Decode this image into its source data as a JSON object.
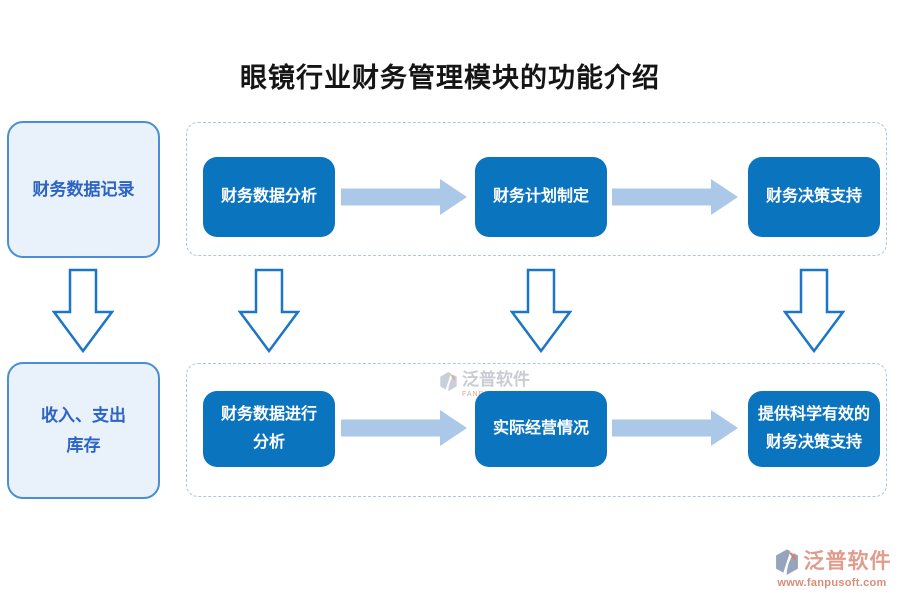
{
  "title": "眼镜行业财务管理模块的功能介绍",
  "left_column": {
    "top_box": "财务数据记录",
    "bottom_box": "收入、支出\n库存"
  },
  "top_flow": {
    "steps": [
      "财务数据分析",
      "财务计划制定",
      "财务决策支持"
    ]
  },
  "bottom_flow": {
    "steps": [
      "财务数据进行\n分析",
      "实际经营情况",
      "提供科学有效的\n财务决策支持"
    ]
  },
  "watermark": {
    "name": "泛普软件",
    "subtitle": "FANPU SOFTWARE"
  },
  "footer_logo": {
    "name": "泛普软件",
    "url": "www.fanpusoft.com"
  },
  "colors": {
    "primary_blue": "#0b74bf",
    "flow_arrow_blue": "#abc8e9",
    "outline_arrow_blue": "#1b76c6",
    "panel_dash_blue": "#a9c7e7",
    "side_box_fill": "#e9f1fb",
    "side_box_border": "#4a8fd6",
    "side_box_text": "#2b64c4",
    "brand_coral": "#e09c8c",
    "watermark_gray": "#c9cdd3"
  }
}
